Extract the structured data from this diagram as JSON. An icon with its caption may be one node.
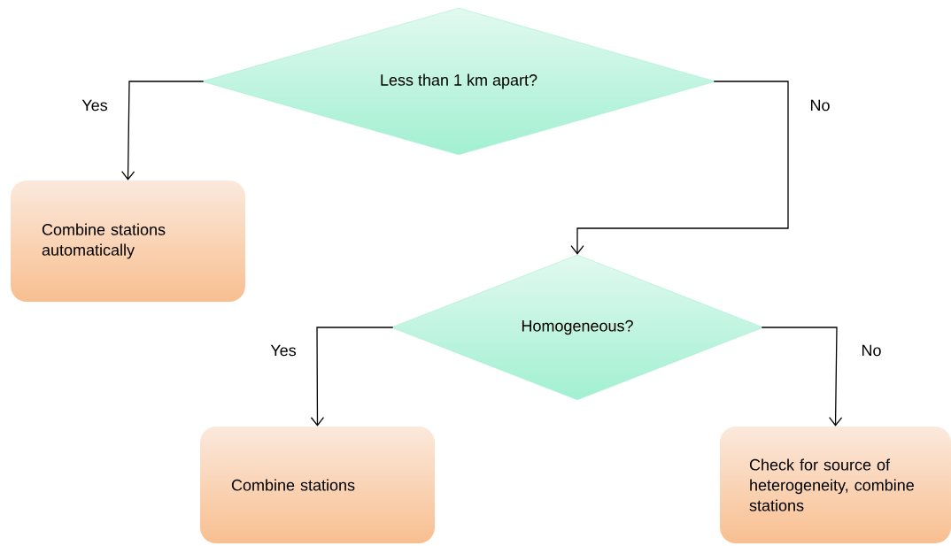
{
  "diagram": {
    "nodes": [
      {
        "text": [
          "Less than 1 km apart?"
        ]
      },
      {
        "text": [
          "Combine stations automatically"
        ]
      },
      {
        "text": [
          "Homogeneous?"
        ]
      },
      {
        "text": [
          "Combine stations"
        ]
      },
      {
        "text": [
          "Check for source of heterogeneity, combine stations"
        ]
      }
    ],
    "edges": [
      {
        "from": 0,
        "to": 1,
        "arrow": "to",
        "label": "Yes"
      },
      {
        "from": 0,
        "to": 2,
        "arrow": "to",
        "label": "No"
      },
      {
        "from": 2,
        "to": 3,
        "arrow": "to",
        "label": "Yes"
      },
      {
        "from": 2,
        "to": 4,
        "arrow": "to",
        "label": "No"
      }
    ]
  }
}
